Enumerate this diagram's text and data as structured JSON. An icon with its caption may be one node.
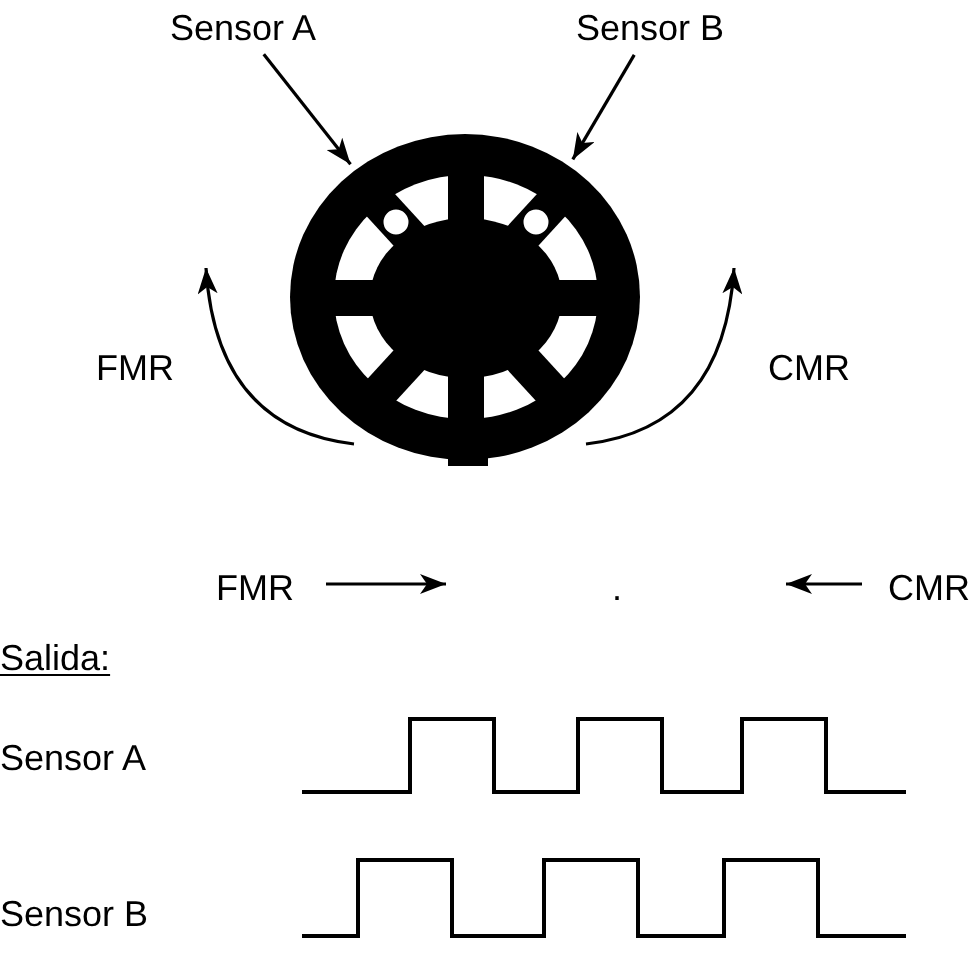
{
  "diagram": {
    "nodes": [
      {
        "text": [
          "Sensor A"
        ]
      },
      {
        "text": [
          "Sensor B"
        ]
      },
      {
        "text": [],
        "shape": "picture"
      }
    ],
    "edges": [
      {
        "from": 0,
        "to": 2,
        "arrow": "to"
      },
      {
        "from": 1,
        "to": 2,
        "arrow": "to"
      }
    ],
    "labels": [
      "FMR",
      "CMR",
      "FMR",
      ".",
      "CMR",
      "Salida:",
      "Sensor A",
      "Sensor B"
    ]
  }
}
